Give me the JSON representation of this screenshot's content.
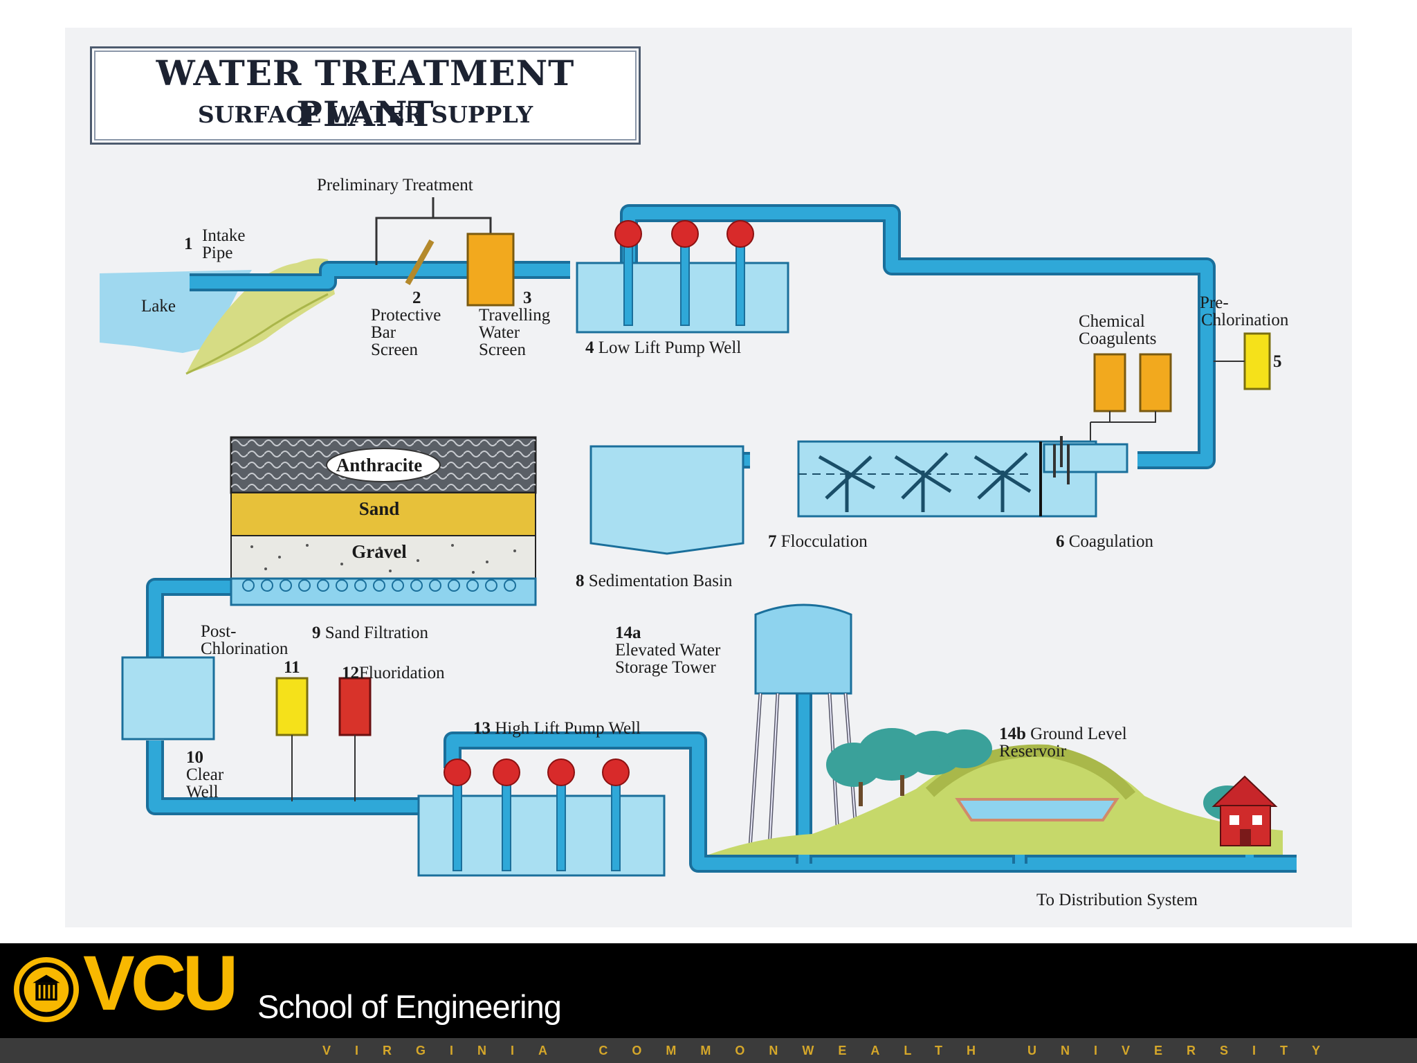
{
  "diagram": {
    "title": "WATER TREATMENT PLANT",
    "subtitle": "SURFACE WATER SUPPLY",
    "labels": {
      "preliminary_treatment": "Preliminary Treatment",
      "intake_num": "1",
      "intake_line1": "Intake",
      "intake_line2": "Pipe",
      "lake": "Lake",
      "bar_screen_num": "2",
      "bar_screen_line1": "Protective",
      "bar_screen_line2": "Bar",
      "bar_screen_line3": "Screen",
      "water_screen_num": "3",
      "water_screen_line1": "Travelling",
      "water_screen_line2": "Water",
      "water_screen_line3": "Screen",
      "low_lift_num": "4",
      "low_lift": "Low Lift Pump Well",
      "pre_chlorination_line1": "Pre-",
      "pre_chlorination_line2": "Chlorination",
      "pre_chlorination_num": "5",
      "chemical_coagulents_line1": "Chemical",
      "chemical_coagulents_line2": "Coagulents",
      "anthracite": "Anthracite",
      "sand": "Sand",
      "gravel": "Gravel",
      "sedimentation_num": "8",
      "sedimentation": "Sedimentation Basin",
      "flocculation_num": "7",
      "flocculation": "Flocculation",
      "coagulation_num": "6",
      "coagulation": "Coagulation",
      "sand_filtration_num": "9",
      "sand_filtration": "Sand Filtration",
      "post_chlorination_line1": "Post-",
      "post_chlorination_line2": "Chlorination",
      "post_chlorination_num": "11",
      "fluoridation_num": "12",
      "fluoridation": "Fluoridation",
      "clear_well_num": "10",
      "clear_well_line1": "Clear",
      "clear_well_line2": "Well",
      "high_lift_num": "13",
      "high_lift": "High Lift Pump Well",
      "tower_num": "14a",
      "tower_line1": "Elevated Water",
      "tower_line2": "Storage Tower",
      "reservoir_num": "14b",
      "reservoir_line1": "Ground Level",
      "reservoir_line2": "Reservoir",
      "distribution": "To Distribution System"
    },
    "colors": {
      "pipe": "#2fa8d8",
      "pipe_dark": "#1a6f9b",
      "water": "#8ed3ee",
      "tank_fill": "#a9dff2",
      "chem_orange": "#f2a91e",
      "chem_yellow": "#f5e11a",
      "chem_red": "#d8332a",
      "pump_red": "#d82a2a",
      "sand": "#e7c13a",
      "hill": "#c6d86a",
      "tree": "#3aa19a"
    }
  },
  "footer": {
    "brand": "VCU",
    "school": "School of Engineering",
    "university": "VIRGINIA COMMONWEALTH UNIVERSITY",
    "colors": {
      "gold": "#f8b800",
      "bar": "#000000",
      "strip": "#3b3b3b"
    }
  }
}
